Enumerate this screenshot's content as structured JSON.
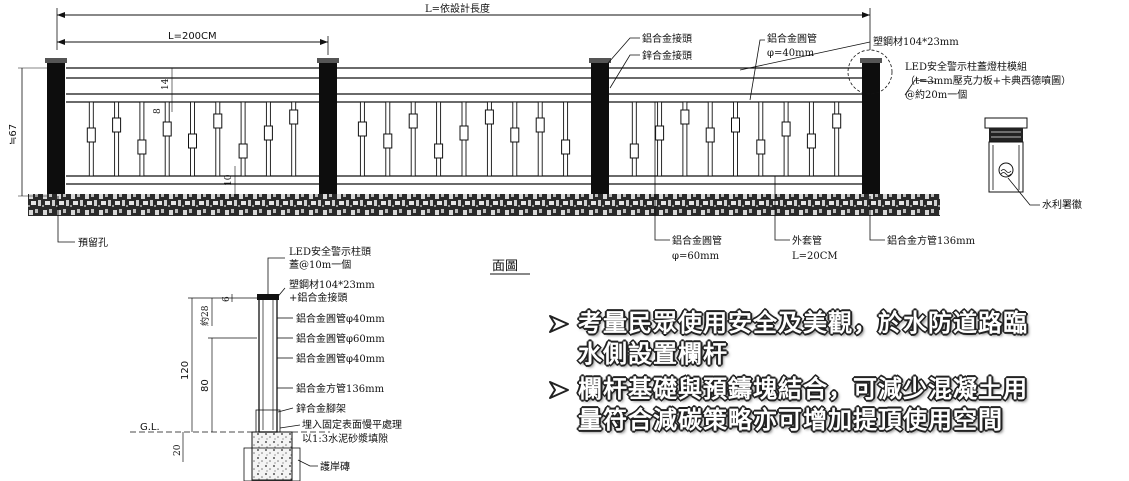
{
  "elevation": {
    "overall_length_label": "L=依設計長度",
    "bay_length_label": "L=200CM",
    "height_label": "≒67",
    "dim_14": "14",
    "dim_8": "8",
    "dim_10": "10",
    "callouts": {
      "alu_joint": "鋁合金接頭",
      "zinc_joint": "鋅合金接頭",
      "alu_round_pipe_40": "鋁合金圓管",
      "phi40": "φ=40mm",
      "plastic_steel": "塑鋼材104*23mm",
      "led_detail_line1": "LED安全警示柱蓋燈柱模組",
      "led_detail_line2": "（t=3mm壓克力板+卡典西德噴圖）",
      "led_detail_line3": "@約20m一個",
      "reserved_hole": "預留孔",
      "alu_round_pipe_60": "鋁合金圓管",
      "phi60": "φ=60mm",
      "outer_sleeve": "外套管",
      "sleeve_length": "L=20CM",
      "alu_square_pipe": "鋁合金方管136mm",
      "water_agency": "水利署徽"
    },
    "view_title": "面圖"
  },
  "section": {
    "callouts": {
      "led_cap_line1": "LED安全警示柱頭",
      "led_cap_line2": "蓋@10m一個",
      "plastic_steel_line1": "塑鋼材104*23mm",
      "plastic_steel_line2": "+鋁合金接頭",
      "pipe40_a": "鋁合金圓管φ40mm",
      "pipe60": "鋁合金圓管φ60mm",
      "pipe40_b": "鋁合金圓管φ40mm",
      "square_pipe": "鋁合金方管136mm",
      "zinc_foot": "鋅合金腳架",
      "embed_line1": "埋入固定表面慢平處理",
      "embed_line2": "以1:3水泥砂漿填隙",
      "revetment": "護岸磚"
    },
    "dims": {
      "d120": "120",
      "d80": "80",
      "d28": "約28",
      "d6": "6",
      "d20": "20"
    },
    "gl_label": "G.L."
  },
  "bullets": [
    {
      "line1": "考量民眾使用安全及美觀，於水防道路臨",
      "line2": "水側設置欄杆"
    },
    {
      "line1": "欄杆基礎與預鑄塊結合，可減少混凝土用",
      "line2": "量符合減碳策略亦可增加提頂使用空間"
    }
  ]
}
